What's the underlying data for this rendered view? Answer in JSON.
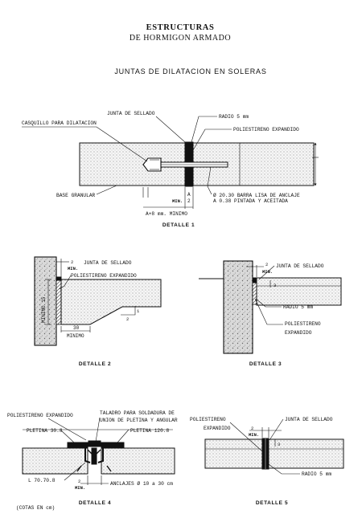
{
  "header": {
    "title_line1": "ESTRUCTURAS",
    "title_line2": "DE HORMIGON ARMADO",
    "subtitle": "JUNTAS DE DILATACION EN SOLERAS"
  },
  "detail1": {
    "junta_sellado": "JUNTA DE SELLADO",
    "radio": "RADIO 5 mm",
    "casquillo": "CASQUILLO PARA DILATACION",
    "poliestireno": "POLIESTIRENO EXPANDIDO",
    "base_granular": "BASE GRANULAR",
    "a_label": "A",
    "min_label": "MIN.",
    "two_label": "2",
    "barra_line1": "Ø 20.30 BARRA LISA DE ANCLAJE",
    "barra_line2": "A   0.38 PINTADA Y ACEITADA",
    "a8_label": "A+8 mm. MINIMO",
    "caption": "DETALLE 1"
  },
  "detail2": {
    "junta_sellado": "JUNTA DE SELLADO",
    "poliestireno": "POLIESTIRENO EXPANDIDO",
    "two_label": "2",
    "min_label": "MIN.",
    "minimo15": "MINIMO 15",
    "thirty": "30",
    "minimo": "MINIMO",
    "slope_1": "1",
    "slope_2": "2",
    "caption": "DETALLE 2"
  },
  "detail3": {
    "junta_sellado": "JUNTA DE SELLADO",
    "two_label": "2",
    "min_label": "MIN.",
    "three_label": "3",
    "radio": "RADIO 5 mm",
    "poliestireno": "POLIESTIRENO",
    "expandido": "EXPANDIDO",
    "caption": "DETALLE 3"
  },
  "detail4": {
    "poliestireno": "POLIESTIRENO EXPANDIDO",
    "taladro_line1": "TALADRO PARA SOLDADURA DE",
    "taladro_line2": "UNION DE PLETINA Y ANGULAR",
    "pletina_left": "PLETINA 30.8",
    "pletina_right": "PLETINA 120.8",
    "angular": "L 70.70.8",
    "two_label": "2",
    "min_label": "MIN.",
    "anclajes": "ANCLAJES Ø 10 a 30 cm",
    "caption": "DETALLE 4"
  },
  "detail5": {
    "poliestireno": "POLIESTIRENO",
    "expandido": "EXPANDIDO",
    "two_label": "2",
    "min_label": "MIN.",
    "junta_sellado": "JUNTA DE SELLADO",
    "three_label": "3",
    "radio": "RADIO 5 mm",
    "caption": "DETALLE 5"
  },
  "footer": {
    "cotas": "(COTAS EN cm)"
  }
}
